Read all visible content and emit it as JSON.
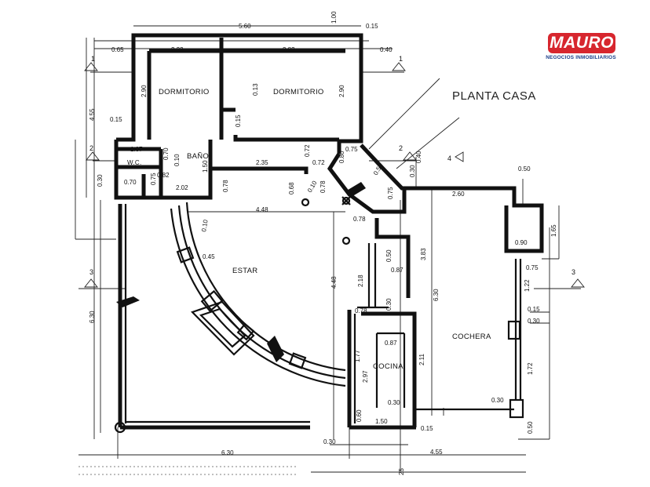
{
  "brand": {
    "name": "MAURO",
    "tagline": "NEGOCIOS INMOBILIARIOS",
    "colors": {
      "primary": "#d7262e",
      "secondary": "#1b3f8b"
    }
  },
  "title": "PLANTA CASA",
  "rooms": {
    "dormitorio_1": "DORMITORIO",
    "dormitorio_2": "DORMITORIO",
    "bano": "BAÑO",
    "wc": "W.C.",
    "estar": "ESTAR",
    "cocina": "COCINA",
    "cochera": "COCHERA"
  },
  "section_markers": {
    "m1_left": "1",
    "m1_right": "1",
    "m2_left": "2",
    "m2_right": "2",
    "m3_left": "3",
    "m3_right": "3",
    "m4": "4"
  },
  "dimensions": {
    "top_total": "5.60",
    "top_a": "1.00",
    "top_b": "0.15",
    "d1_left": "0.65",
    "d1_w": "2.33",
    "d2_w": "3.82",
    "d_right": "0.40",
    "left_455": "4.55",
    "left_015": "0.15",
    "d1_h": "2.90",
    "d2_h": "2.90",
    "d2_wall": "0.13",
    "mid_015": "0.15",
    "wc_w": "1.07",
    "bano_070": "0.70",
    "bano_010": "0.10",
    "bano_150": "1.50",
    "wc_030": "0.30",
    "wc_070": "0.70",
    "wc_082": "0.82",
    "wc_075": "0.75",
    "wc_202": "2.02",
    "hall_078": "0.78",
    "hall_235": "2.35",
    "hall_072a": "0.72",
    "hall_072b": "0.72",
    "hall_068": "0.68",
    "hall_010": "0.10",
    "hall_078b": "0.78",
    "hall_075": "0.75",
    "hall_080": "0.80",
    "hall_050": "0.50",
    "hall_075b": "0.75",
    "hall_078c": "0.78",
    "estar_448h": "4.48",
    "estar_448v": "4.48",
    "arc_010": "0.10",
    "arc_045": "0.45",
    "right_030": "0.30",
    "right_040": "0.40",
    "right_050": "0.50",
    "right_260": "2.60",
    "right_165": "1.65",
    "right_090": "0.90",
    "right_075": "0.75",
    "right_122": "1.22",
    "right_015": "0.15",
    "right_030b": "0.30",
    "right_172": "1.72",
    "right_030c": "0.30",
    "right_050b": "0.50",
    "mid_050": "0.50",
    "mid_087": "0.87",
    "mid_218": "2.18",
    "mid_383": "3.83",
    "mid_030": "0.30",
    "mid_630": "6.30",
    "mid_078": "0.78",
    "coc_087": "0.87",
    "coc_177": "1.77",
    "coc_297": "2.97",
    "coc_211": "2.11",
    "coc_030": "0.30",
    "coc_060": "0.60",
    "coc_150": "1.50",
    "coc_015": "0.15",
    "left_630": "6.30",
    "bottom_630": "6.30",
    "bottom_030": "0.30",
    "bottom_455": "4.55",
    "bottom_25": "25"
  }
}
